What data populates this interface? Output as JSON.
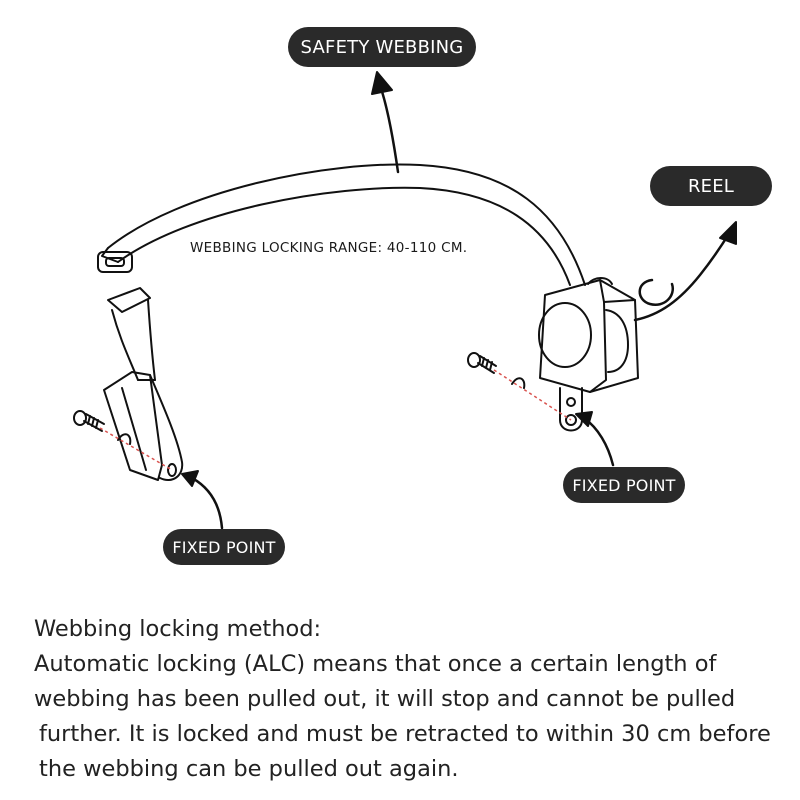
{
  "colors": {
    "pill_background": "#2a2a2a",
    "pill_text": "#ffffff",
    "line": "#111111",
    "dashed_guide": "#d9534f"
  },
  "labels": {
    "safety_webbing": "SAFETY WEBBING",
    "reel": "REEL",
    "fixed_point_right": "FIXED POINT",
    "fixed_point_left": "FIXED POINT",
    "locking_range": "WEBBING LOCKING RANGE: 40-110 CM."
  },
  "icons": [
    "screw-icon",
    "curved-arrow-icon"
  ],
  "description": {
    "line1": "Webbing locking method:",
    "line2": "Automatic locking (ALC) means that once a certain length of",
    "line3": "webbing has been pulled out, it will stop and cannot be pulled",
    "line4": "further. It is locked and must be retracted to within 30 cm before",
    "line5": "the webbing can be pulled out again."
  }
}
